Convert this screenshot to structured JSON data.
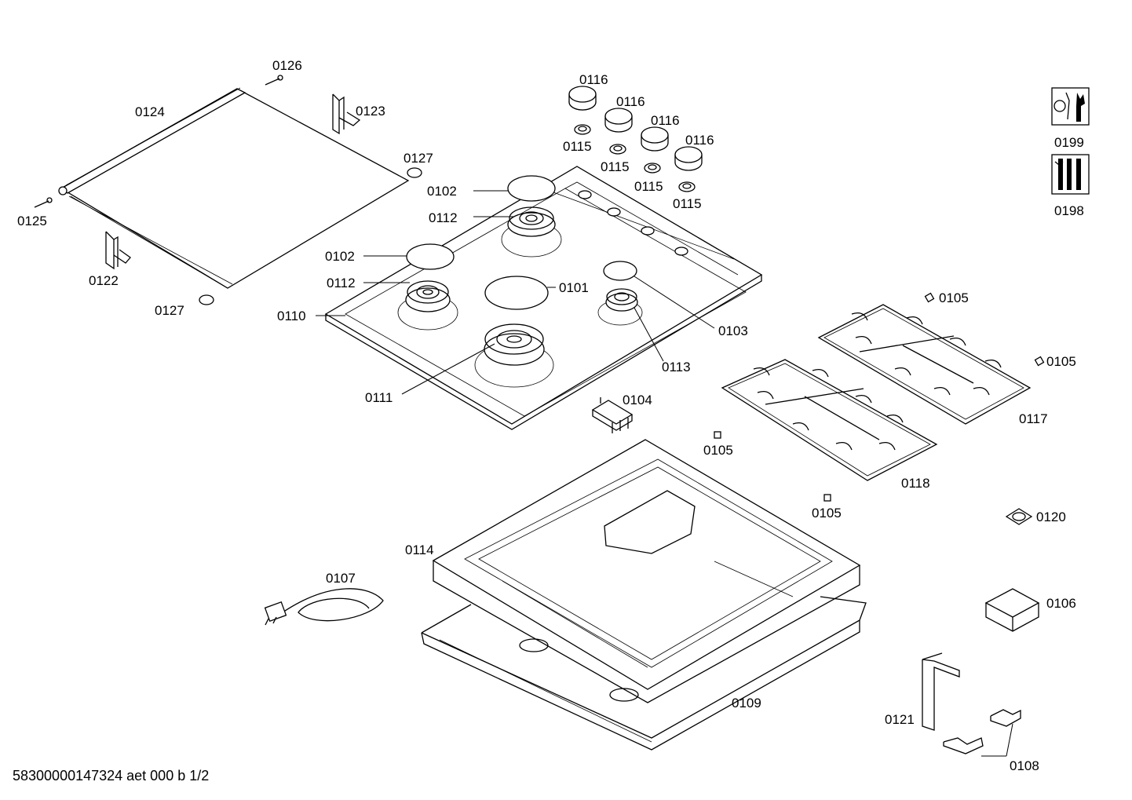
{
  "footer": "58300000147324 aet 000 b 1/2",
  "labels": {
    "l0126": "0126",
    "l0124": "0124",
    "l0123": "0123",
    "l0127a": "0127",
    "l0125": "0125",
    "l0122": "0122",
    "l0127b": "0127",
    "l0116a": "0116",
    "l0116b": "0116",
    "l0116c": "0116",
    "l0116d": "0116",
    "l0115a": "0115",
    "l0115b": "0115",
    "l0115c": "0115",
    "l0115d": "0115",
    "l0102a": "0102",
    "l0112a": "0112",
    "l0102b": "0102",
    "l0112b": "0112",
    "l0101": "0101",
    "l0110": "0110",
    "l0103": "0103",
    "l0113": "0113",
    "l0111": "0111",
    "l0105a": "0105",
    "l0105b": "0105",
    "l0105c": "0105",
    "l0105d": "0105",
    "l0117": "0117",
    "l0118": "0118",
    "l0104": "0104",
    "l0120": "0120",
    "l0114": "0114",
    "l0107": "0107",
    "l0106": "0106",
    "l0109": "0109",
    "l0121": "0121",
    "l0108": "0108",
    "l0199": "0199",
    "l0198": "0198"
  }
}
